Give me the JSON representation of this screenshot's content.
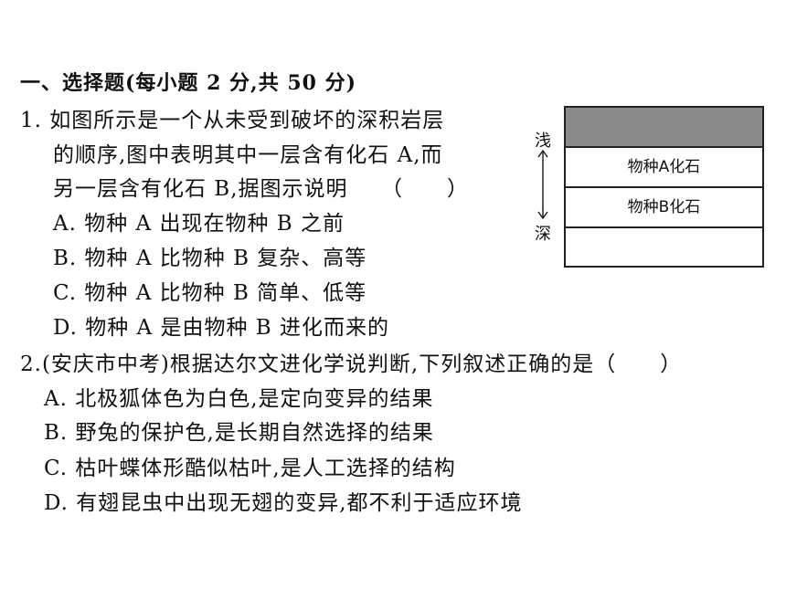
{
  "section_title": "一、选择题(每小题 2 分,共 50 分)",
  "q1": {
    "line1": "1. 如图所示是一个从未受到破坏的深积岩层",
    "line2": "的顺序,图中表明其中一层含有化石 A,而",
    "line3": "另一层含有化石 B,据图示说明　　（　　）",
    "options": [
      "A. 物种 A 出现在物种 B 之前",
      "B. 物种 A 比物种 B 复杂、高等",
      "C. 物种 A 比物种 B 简单、低等",
      "D. 物种 A 是由物种 B 进化而来的"
    ]
  },
  "diagram": {
    "shallow_label": "浅",
    "deep_label": "深",
    "layer_a": "物种A化石",
    "layer_b": "物种B化石",
    "top_color": "#8a8a8a"
  },
  "q2": {
    "stem": "2.(安庆市中考)根据达尔文进化学说判断,下列叙述正确的是（　　）",
    "options": [
      "A. 北极狐体色为白色,是定向变异的结果",
      "B. 野兔的保护色,是长期自然选择的结果",
      "C. 枯叶蝶体形酷似枯叶,是人工选择的结构",
      "D. 有翅昆虫中出现无翅的变异,都不利于适应环境"
    ]
  }
}
